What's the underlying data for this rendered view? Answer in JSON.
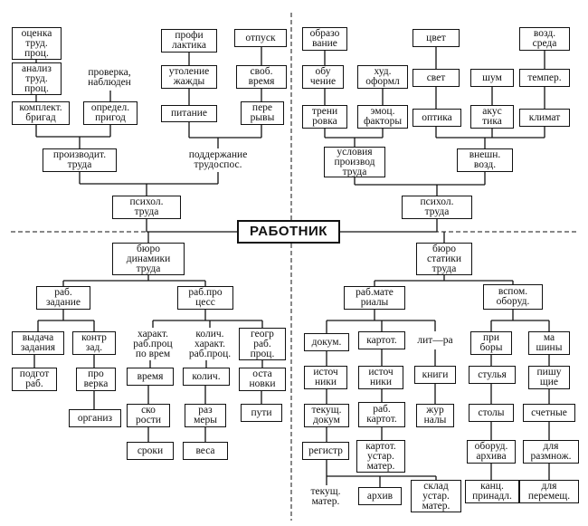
{
  "center": "РАБОТНИК",
  "boxes": {
    "ocenka": "оценка\nтруд.\nпроц.",
    "analiz": "анализ\nтруд.\nпроц.",
    "komplekt": "комплект.\nбригад",
    "proverka": "проверка,\nнаблюден",
    "opredel": "определ.\nпригод",
    "profilaktika": "профи\nлактика",
    "utolenie": "утоление\nжажды",
    "pitanie": "питание",
    "otpusk": "отпуск",
    "svob": "своб.\nвремя",
    "pereryvy": "пере\nрывы",
    "proizvodit": "производит.\nтруда",
    "podderzhanie": "поддержание\nтрудоспос.",
    "psihol_left": "психол.\nтруда",
    "obrazovanie": "образо\nвание",
    "obuchenie": "обу\nчение",
    "trenirovka": "трени\nровка",
    "hud": "худ.\nоформл",
    "emoc": "эмоц.\nфакторы",
    "uslovia": "условия\nпроизвод\nтруда",
    "cvet": "цвет",
    "svet": "свет",
    "optika": "оптика",
    "shum": "шум",
    "akustika": "акус\nтика",
    "vozd": "возд.\nсреда",
    "temper": "темпер.",
    "klimat": "климат",
    "vnesh": "внешн.\nвозд.",
    "psihol_right": "психол.\nтруда",
    "buro_din": "бюро\nдинамики\nтруда",
    "rab_zadanie": "раб.\nзадание",
    "rab_process": "раб.про\nцесс",
    "vydacha": "выдача\nзадания",
    "podgot": "подгот\nраб.",
    "kontr": "контр\nзад.",
    "pro_verka": "про\nверка",
    "organiz": "организ",
    "harakt": "характ.\nраб.проц\nпо врем",
    "vremya": "время",
    "skorosti": "ско\nрости",
    "sroki": "сроки",
    "kolich_harakt": "колич.\nхаракт.\nраб.проц.",
    "kolich": "колич.",
    "razmery": "раз\nмеры",
    "vesa": "веса",
    "geogr": "геогр\nраб.\nпроц.",
    "ostanovki": "оста\nновки",
    "puti": "пути",
    "buro_stat": "бюро\nстатики\nтруда",
    "rab_materialy": "раб.мате\nриалы",
    "vspom": "вспом.\nоборуд.",
    "dokum": "докум.",
    "istochniki_1": "источ\nники",
    "tekush_dokum": "текущ.\nдокум",
    "registr": "регистр",
    "tekush_mater": "текущ.\nматер.",
    "kartot": "картот.",
    "istochniki_2": "источ\nники",
    "rab_kartot": "раб.\nкартот.",
    "kartot_ustar": "картот.\nустар.\nматер.",
    "arhiv": "архив",
    "lit_ra": "лит—ра",
    "knigi": "книги",
    "zhurnaly": "жур\nналы",
    "sklad": "склад\nустар.\nматер.",
    "pribory": "при\nборы",
    "stulya": "стулья",
    "stoly": "столы",
    "oborud_arhiva": "оборуд.\nархива",
    "kanc": "канц.\nпринадл.",
    "mashiny": "ма\nшины",
    "pishush": "пишу\nщие",
    "schetnye": "счетные",
    "razmnozh": "для\nразмнож.",
    "peremesh": "для\nперемещ."
  }
}
